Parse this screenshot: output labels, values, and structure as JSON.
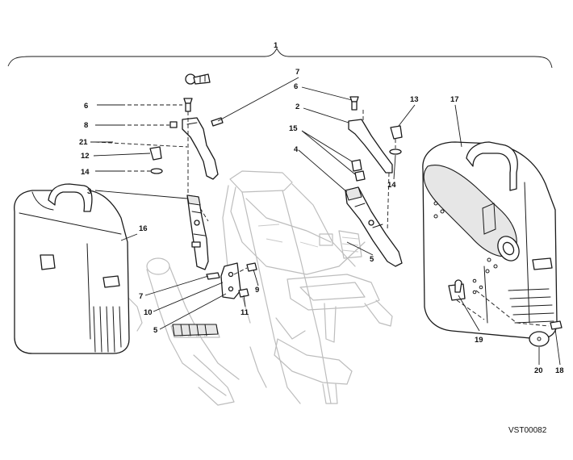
{
  "diagram": {
    "drawing_code": "VST00082",
    "callouts": {
      "c1": "1",
      "c2": "2",
      "c3": "3",
      "c4": "4",
      "c5a": "5",
      "c5b": "5",
      "c6a": "6",
      "c6b": "6",
      "c7a": "7",
      "c7b": "7",
      "c8": "8",
      "c9": "9",
      "c10": "10",
      "c11": "11",
      "c12": "12",
      "c13": "13",
      "c14a": "14",
      "c14b": "14",
      "c15": "15",
      "c16": "16",
      "c17": "17",
      "c18": "18",
      "c19": "19",
      "c20": "20",
      "c21": "21"
    }
  }
}
